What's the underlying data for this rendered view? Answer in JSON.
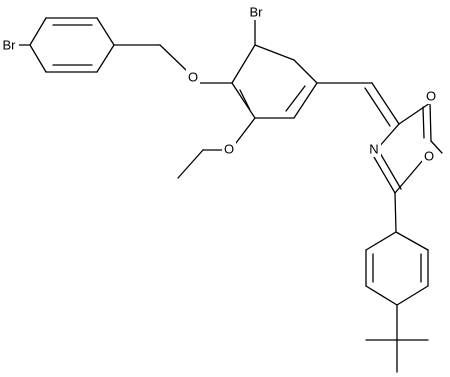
{
  "molecule": {
    "atom_labels": {
      "br_left": "Br",
      "br_top": "Br",
      "o_ether": "O",
      "o_ethoxy": "O",
      "n_ring": "N",
      "o_ring": "O",
      "o_carbonyl": "O"
    }
  }
}
